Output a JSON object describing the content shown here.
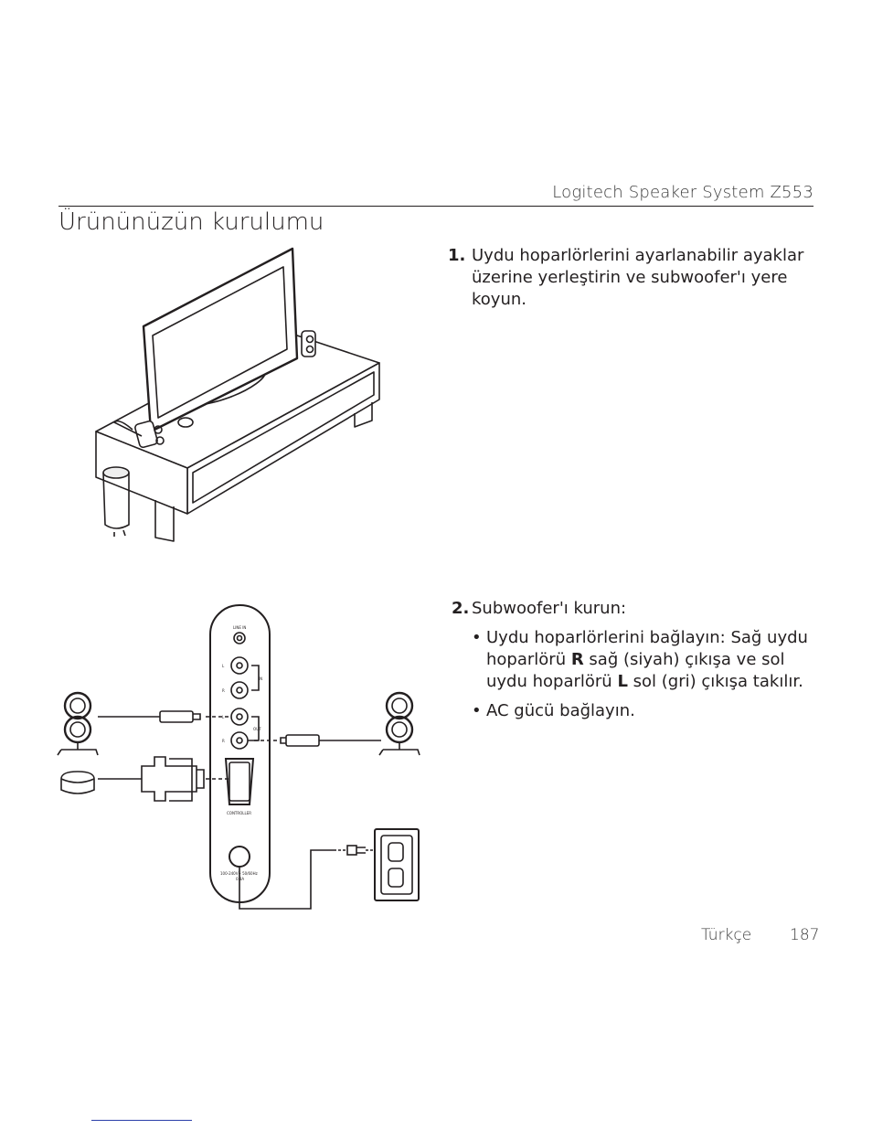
{
  "header": {
    "product_title": "Logitech Speaker System Z553"
  },
  "page": {
    "title": "Ürününüzün kurulumu"
  },
  "steps": [
    {
      "number": "1.",
      "text": "Uydu hoparlörlerini ayarlanabilir ayaklar üzerine yerleştirin ve subwoofer'ı yere koyun."
    },
    {
      "number": "2.",
      "text": "Subwoofer'ı kurun:",
      "bullets": [
        {
          "pre": "Uydu hoparlörlerini bağlayın: Sağ uydu hoparlörü ",
          "mark_r": "R",
          "mid": " sağ (siyah) çıkışa ve sol uydu hoparlörü ",
          "mark_l": "L",
          "post": " sol (gri) çıkışa takılır."
        },
        {
          "text": "AC gücü bağlayın."
        }
      ]
    }
  ],
  "diagram": {
    "panel_labels": {
      "line_in": "LINE IN",
      "controller": "CONTROLLER",
      "in": "IN",
      "out": "OUT",
      "l": "L",
      "r": "R",
      "power_left": "100-240V~ 50/60Hz",
      "power_right": "0.8A"
    }
  },
  "footer": {
    "language": "Türkçe",
    "page_number": "187"
  }
}
